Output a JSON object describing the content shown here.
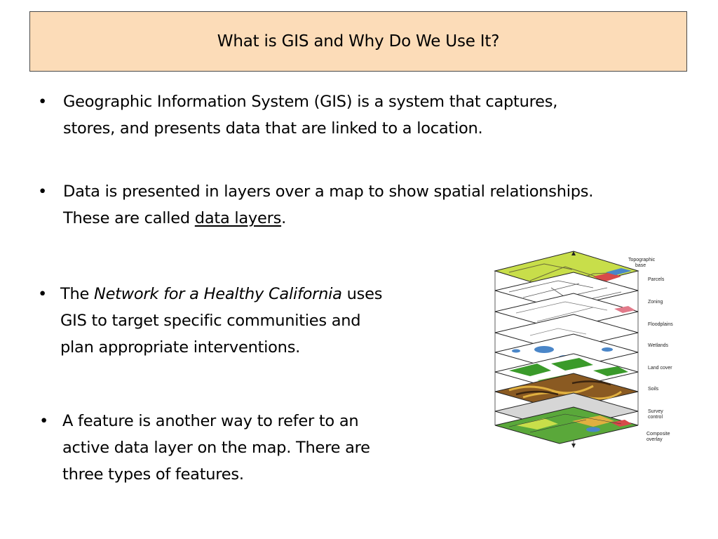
{
  "slide": {
    "title": "What is GIS and Why Do We Use It?",
    "bullet_char": "•",
    "b1": {
      "line1": "Geographic Information System (GIS) is a system that captures,",
      "line2": "stores, and presents data that are linked to a location."
    },
    "b2": {
      "line1": "Data is presented in layers over a map to show spatial relationships.",
      "line2_pre": "These are called ",
      "line2_link": "data layers",
      "line2_post": "."
    },
    "b3": {
      "line1_pre": "The ",
      "line1_italic": "Network for a Healthy California",
      "line1_post": " uses",
      "line2": "GIS to target specific communities and",
      "line3": "plan appropriate interventions."
    },
    "b4": {
      "line1": "A feature is another way to refer to an",
      "line2": "active data layer on the map. There are",
      "line3": "three types of features."
    }
  },
  "figure": {
    "labels": {
      "topo1": "Topographic",
      "topo2": "base",
      "parcels": "Parcels",
      "zoning": "Zoning",
      "floodplains": "Floodplains",
      "wetlands": "Wetlands",
      "landcover": "Land cover",
      "soils": "Soils",
      "survey1": "Survey",
      "survey2": "control",
      "composite1": "Composite",
      "composite2": "overlay"
    },
    "colors": {
      "topographic": "#c8de4a",
      "wetlands": "#4a86c8",
      "landcover": "#3a9a2a",
      "soils": "#8a5a22",
      "survey": "#d6d6d6",
      "floodplain": "#d84a4a"
    }
  }
}
